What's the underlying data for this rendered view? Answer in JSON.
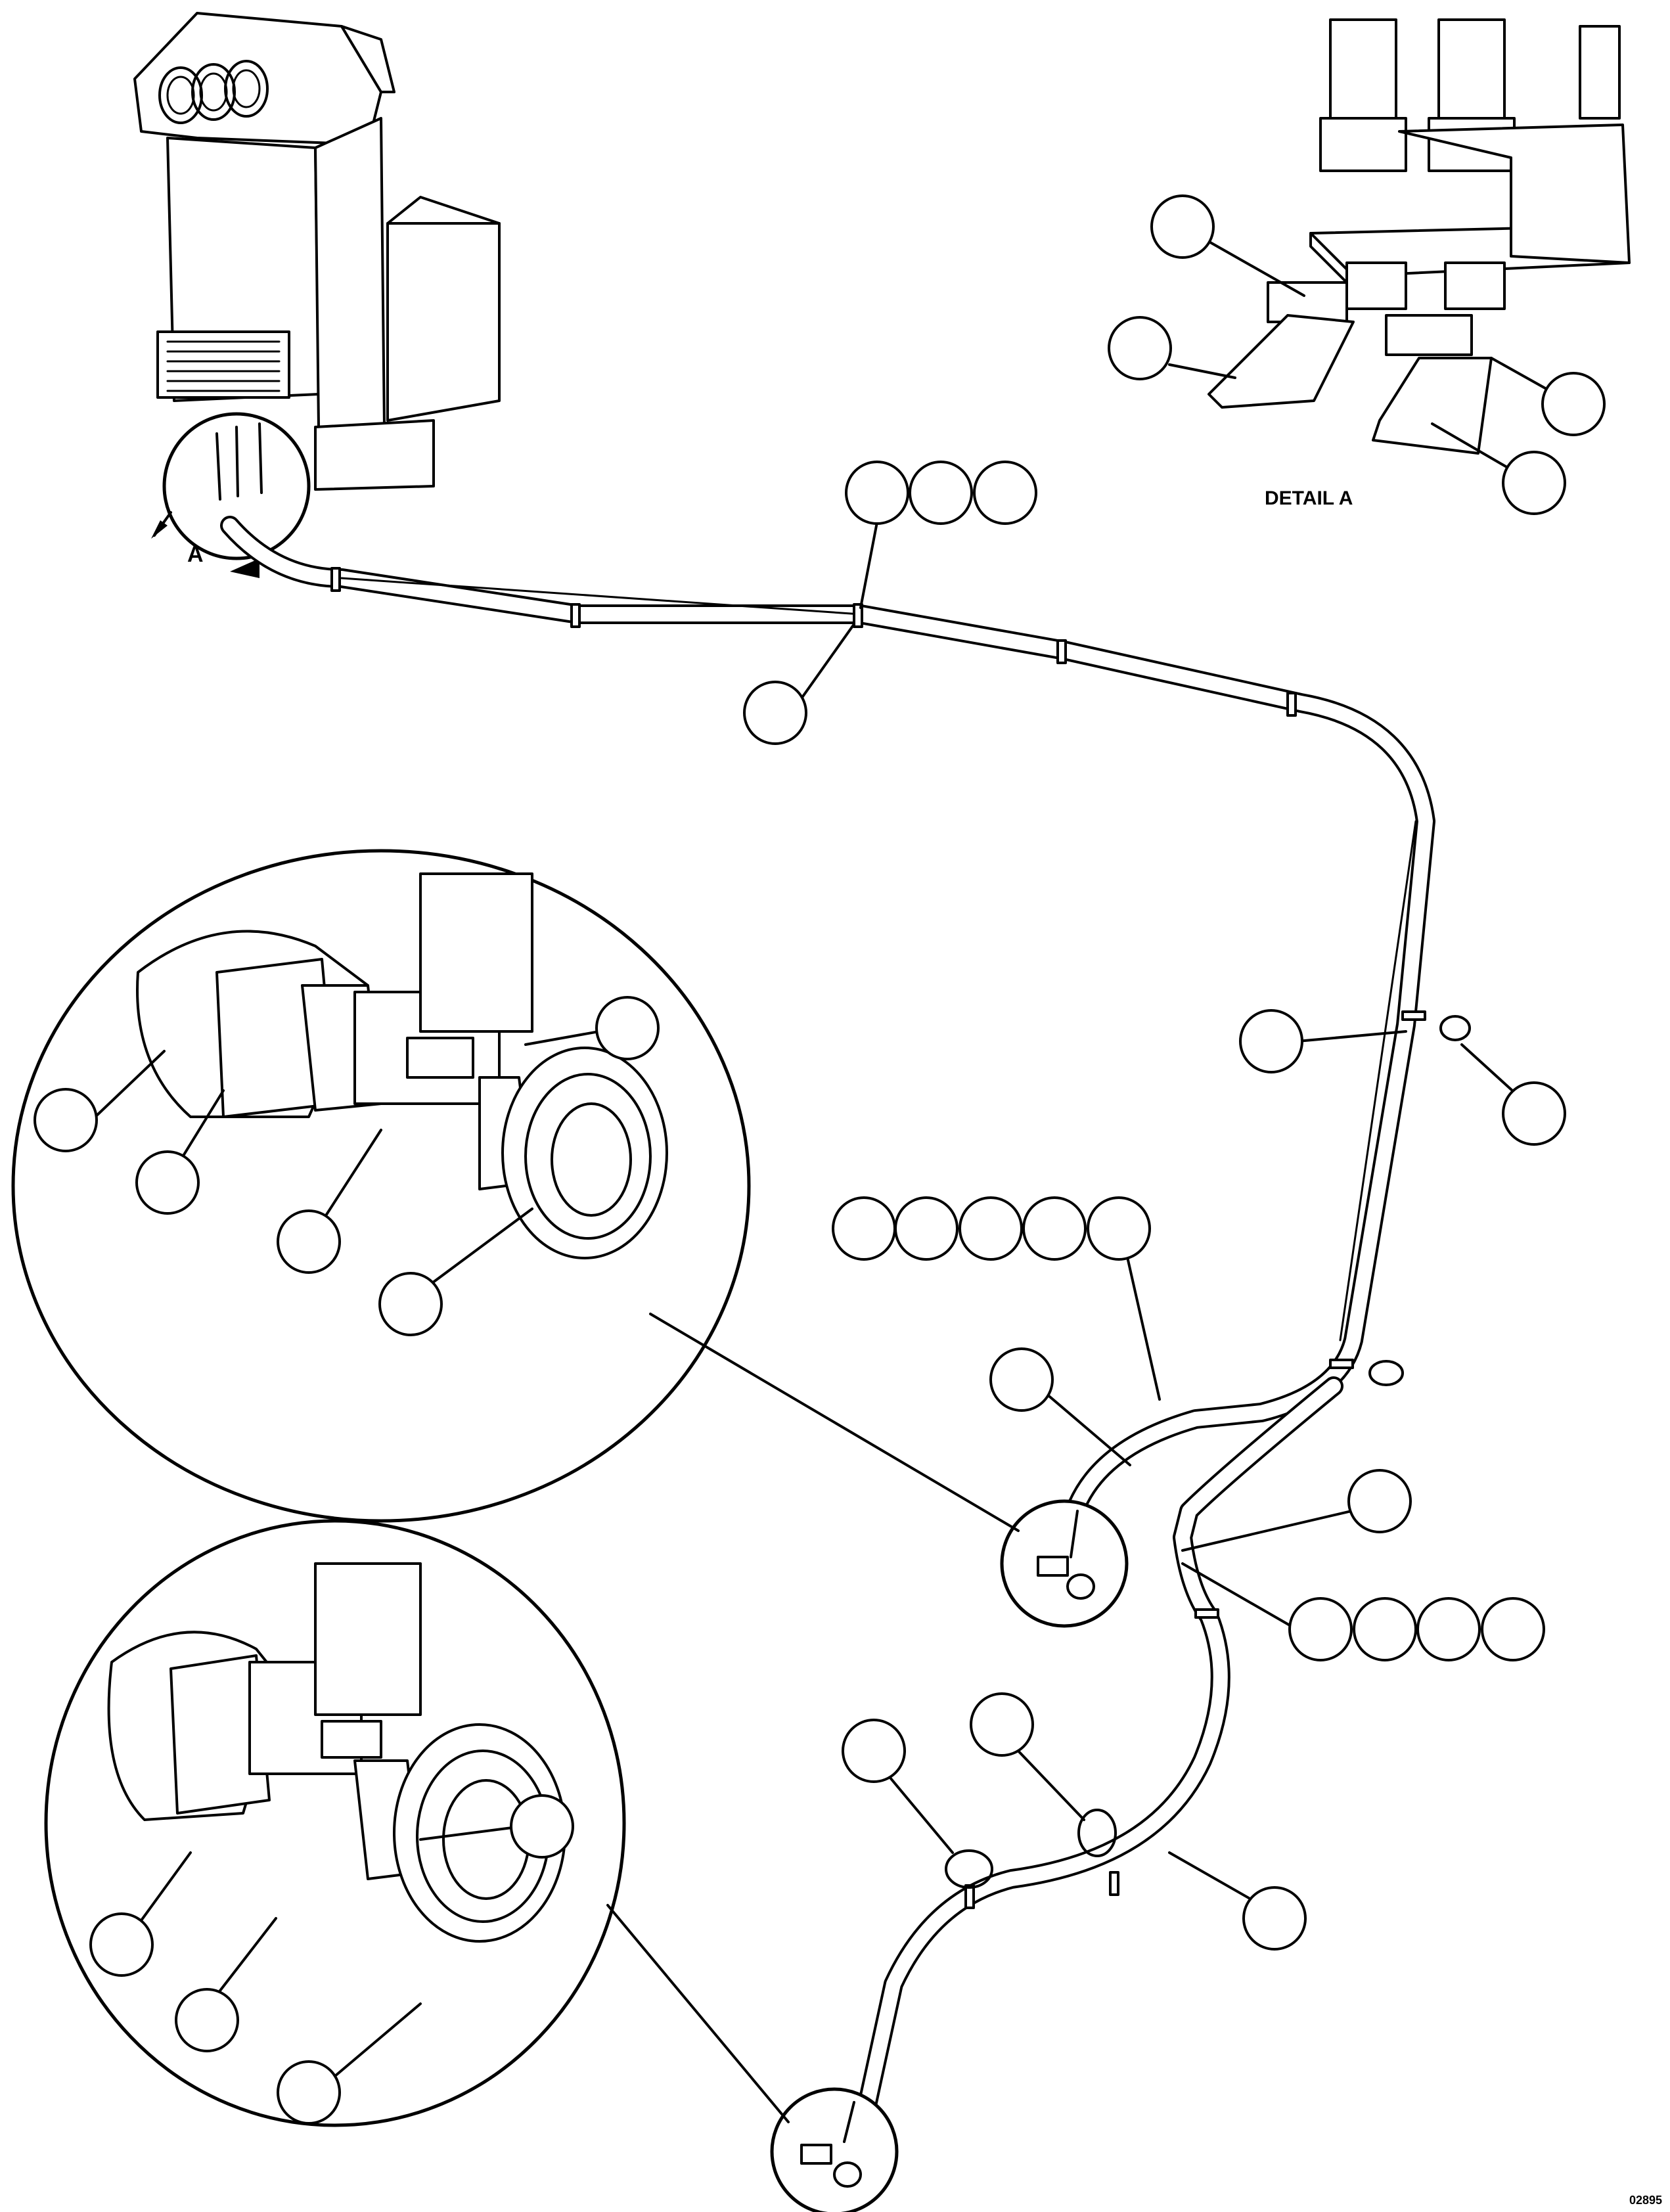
{
  "diagram": {
    "labels": {
      "view_a": "A",
      "detail_a": "DETAIL A",
      "figure_number": "02895"
    },
    "callout_bubbles": "empty circles — no reference numbers printed"
  }
}
